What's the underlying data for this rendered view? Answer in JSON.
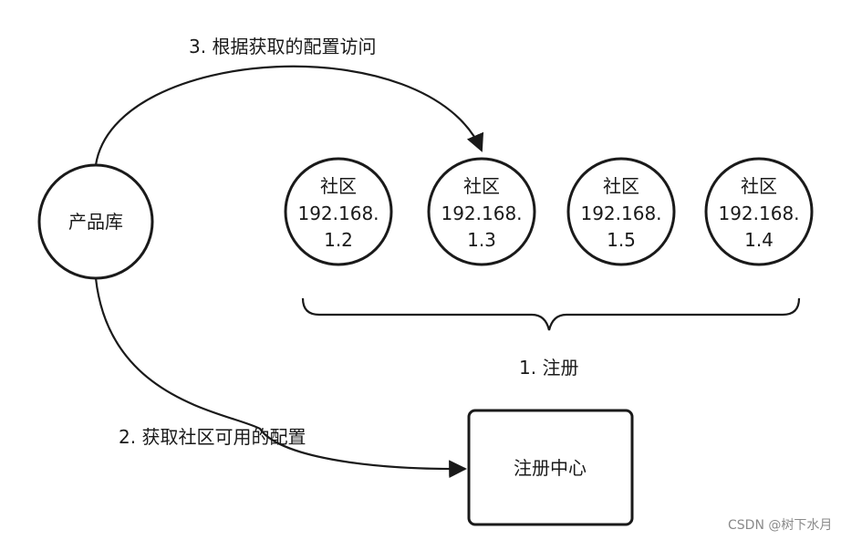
{
  "colors": {
    "stroke": "#1a1a1a",
    "text": "#1a1a1a",
    "background": "#ffffff",
    "watermark": "#8a8a8a"
  },
  "product_db": {
    "label": "产品库"
  },
  "communities": [
    {
      "line1": "社区",
      "line2": "192.168.",
      "line3": "1.2"
    },
    {
      "line1": "社区",
      "line2": "192.168.",
      "line3": "1.3"
    },
    {
      "line1": "社区",
      "line2": "192.168.",
      "line3": "1.5"
    },
    {
      "line1": "社区",
      "line2": "192.168.",
      "line3": "1.4"
    }
  ],
  "registry": {
    "label": "注册中心"
  },
  "steps": {
    "step1": "1. 注册",
    "step2": "2. 获取社区可用的配置",
    "step3": "3. 根据获取的配置访问"
  },
  "watermark": "CSDN @树下水月"
}
